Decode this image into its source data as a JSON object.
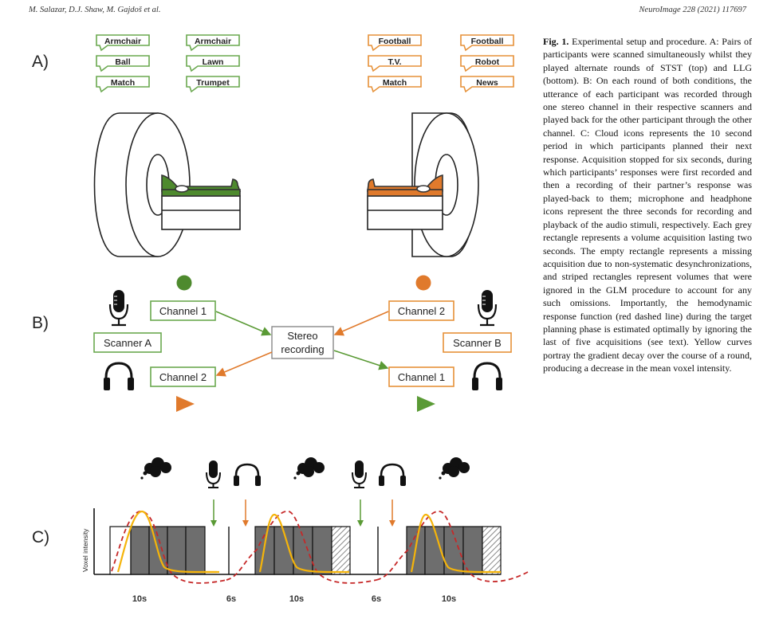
{
  "header": {
    "left": "M. Salazar, D.J. Shaw, M. Gajdoš et al.",
    "right": "NeuroImage 228 (2021) 117697"
  },
  "caption": {
    "label": "Fig. 1.",
    "text": "Experimental setup and procedure. A: Pairs of participants were scanned simultaneously whilst they played alternate rounds of STST (top) and LLG (bottom). B: On each round of both conditions, the utterance of each participant was recorded through one stereo channel in their respective scanners and played back for the other participant through the other channel. C: Cloud icons represents the 10 second period in which participants planned their next response. Acquisition stopped for six seconds, during which participants’ responses were first recorded and then a recording of their partner’s response was played-back to them; microphone and headphone icons represent the three seconds for recording and playback of the audio stimuli, respectively. Each grey rectangle represents a volume acquisition lasting two seconds. The empty rectangle represents a missing acquisition due to non-systematic desynchronizations, and striped rectangles represent volumes that were ignored in the GLM procedure to account for any such omissions. Importantly, the hemodynamic response function (red dashed line) during the target planning phase is estimated optimally by ignoring the last of five acquisitions (see text). Yellow curves portray the gradient decay over the course of a round, producing a decrease in the mean voxel intensity."
  },
  "panelA": {
    "label": "A)",
    "green_col1": [
      "Armchair",
      "Ball",
      "Match"
    ],
    "green_col2": [
      "Armchair",
      "Lawn",
      "Trumpet"
    ],
    "orange_col1": [
      "Football",
      "T.V.",
      "Match"
    ],
    "orange_col2": [
      "Football",
      "Robot",
      "News"
    ]
  },
  "panelB": {
    "label": "B)",
    "left_channel_top": "Channel 1",
    "left_channel_bottom": "Channel 2",
    "scanner_a": "Scanner A",
    "stereo_line1": "Stereo",
    "stereo_line2": "recording",
    "right_channel_top": "Channel 2",
    "right_channel_bottom": "Channel 1",
    "scanner_b": "Scanner B"
  },
  "panelC": {
    "label": "C)",
    "ylabel": "Voxel intensity",
    "durations": [
      "10s",
      "6s",
      "10s",
      "6s",
      "10s"
    ]
  },
  "colors": {
    "green": "#4e8a2e",
    "orange": "#e07a2c",
    "grey_block": "#6e6e6e",
    "yellow_curve": "#f5b40a",
    "red_dashed": "#c62828"
  },
  "icons": [
    "cloud-icon",
    "microphone-icon",
    "headphones-icon",
    "play-triangle-icon",
    "dot-icon"
  ]
}
